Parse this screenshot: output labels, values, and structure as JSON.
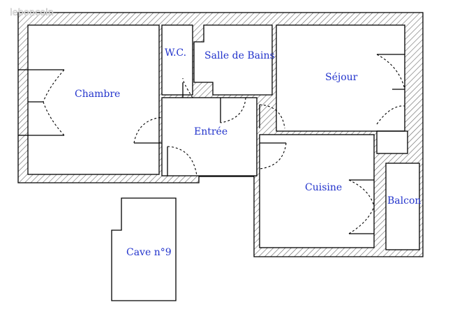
{
  "watermark": "leboncoin",
  "rooms": {
    "chambre": "Chambre",
    "wc": "W.C.",
    "salle_de_bains": "Salle de Bains",
    "sejour": "Séjour",
    "entree": "Entrée",
    "cuisine": "Cuisine",
    "balcon": "Balcon",
    "cave": "Cave n°9"
  },
  "colors": {
    "label": "#2233cc",
    "wall": "#000000",
    "hatch": "#666666"
  }
}
